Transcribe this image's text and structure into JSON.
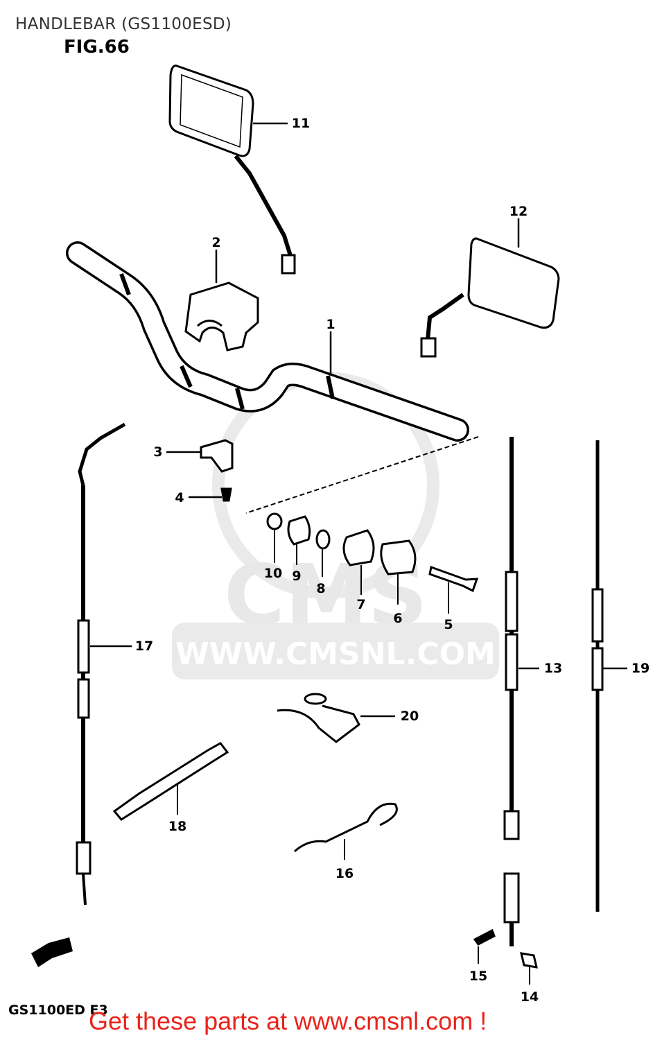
{
  "header": {
    "title": "HANDLEBAR (GS1100ESD)",
    "figure": "FIG.66"
  },
  "footer": {
    "model": "GS1100ED E3",
    "promo": "Get these parts at www.cmsnl.com !"
  },
  "watermark": {
    "url": "WWW.CMSNL.COM",
    "mark": "CMS"
  },
  "parts": [
    {
      "no": "1"
    },
    {
      "no": "2"
    },
    {
      "no": "3"
    },
    {
      "no": "4"
    },
    {
      "no": "5"
    },
    {
      "no": "6"
    },
    {
      "no": "7"
    },
    {
      "no": "8"
    },
    {
      "no": "9"
    },
    {
      "no": "10"
    },
    {
      "no": "11"
    },
    {
      "no": "12"
    },
    {
      "no": "13"
    },
    {
      "no": "14"
    },
    {
      "no": "15"
    },
    {
      "no": "16"
    },
    {
      "no": "17"
    },
    {
      "no": "18"
    },
    {
      "no": "19"
    },
    {
      "no": "20"
    }
  ],
  "colors": {
    "promo": "#e8231a",
    "watermark": "#dcdcdc",
    "ink": "#000000"
  }
}
